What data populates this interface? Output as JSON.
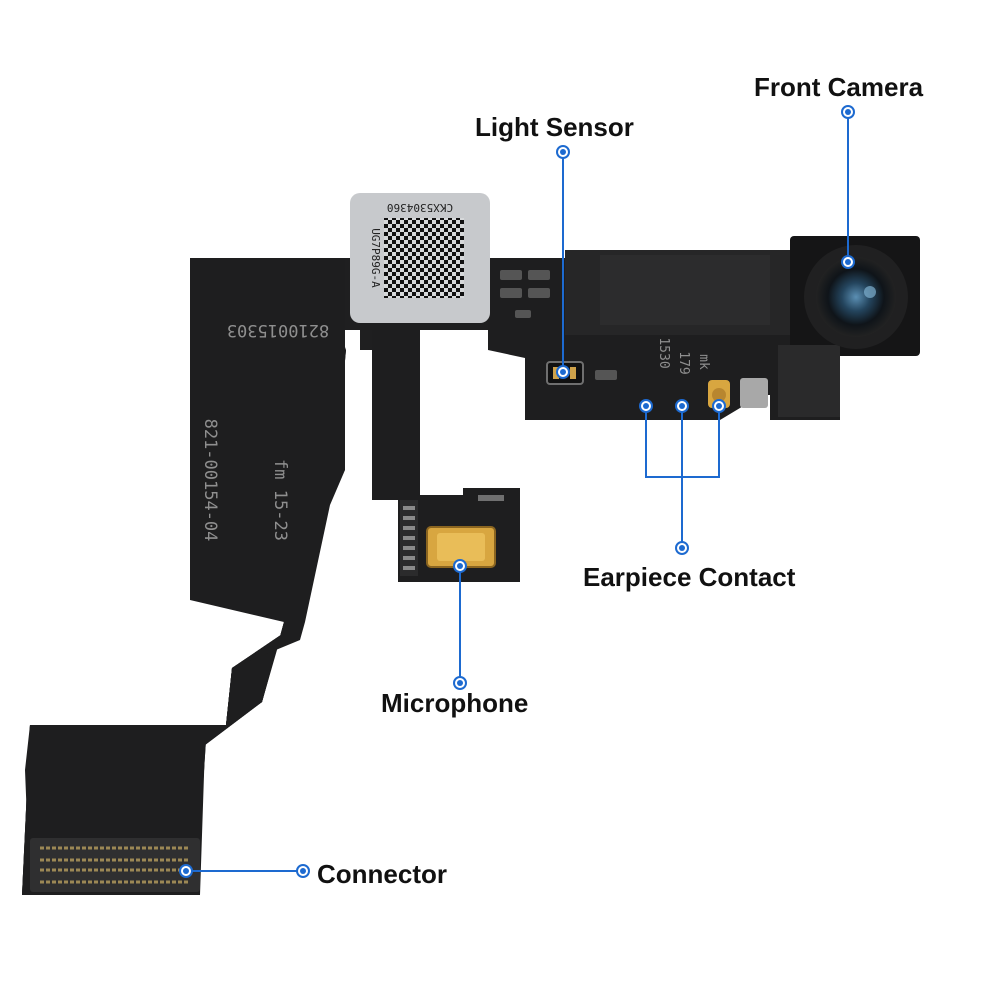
{
  "labels": {
    "front_camera": "Front Camera",
    "light_sensor": "Light Sensor",
    "earpiece_contact": "Earpiece Contact",
    "microphone": "Microphone",
    "connector": "Connector"
  },
  "pcb_print": {
    "part_number_a": "8210015303",
    "part_number_b": "821-00154-04",
    "date_code": "fm 15-23",
    "chip_code": "CKX5304360",
    "chip_code_b": "UG7P89G-A",
    "marking_a": "1530",
    "marking_b": "179",
    "marking_c": "mk"
  },
  "colors": {
    "flex_cable": "#1e1e1f",
    "callout": "#1d6ad0",
    "label_text": "#111111",
    "sticker": "#c7c9cc",
    "contact_gold": "#d8a640"
  }
}
